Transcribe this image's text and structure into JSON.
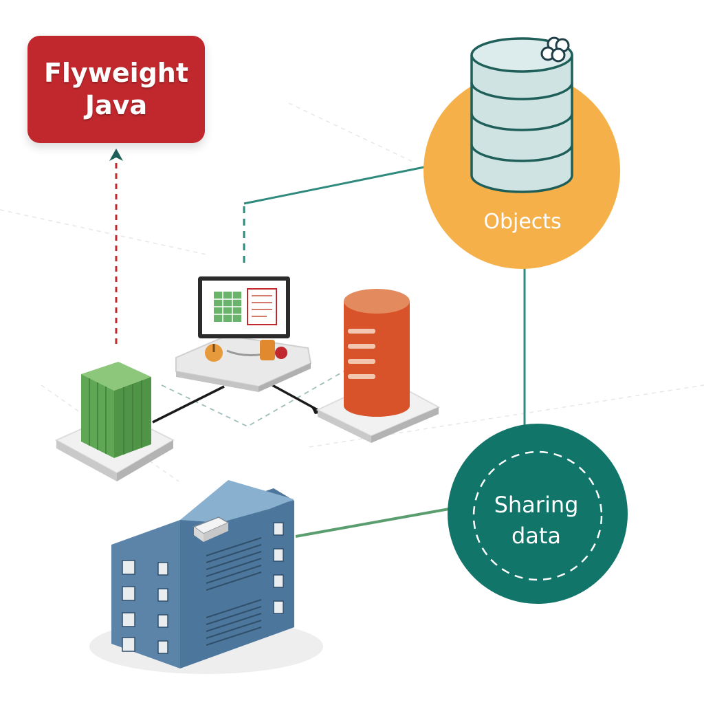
{
  "title": {
    "line1": "Flyweight",
    "line2": "Java"
  },
  "nodes": {
    "objects": {
      "label": "Objects",
      "color": "#f5b049"
    },
    "sharing": {
      "label_line1": "Sharing",
      "label_line2": "data",
      "color": "#127569"
    }
  },
  "colors": {
    "title_bg": "#c0282d",
    "teal_line": "#2e8a7d",
    "green_line": "#5a9e6f",
    "red_dash": "#c0282d",
    "green_block": "#5fa655",
    "orange_cylinder": "#d9532a",
    "building": "#5b84a8",
    "database": "#cfe3e3"
  }
}
